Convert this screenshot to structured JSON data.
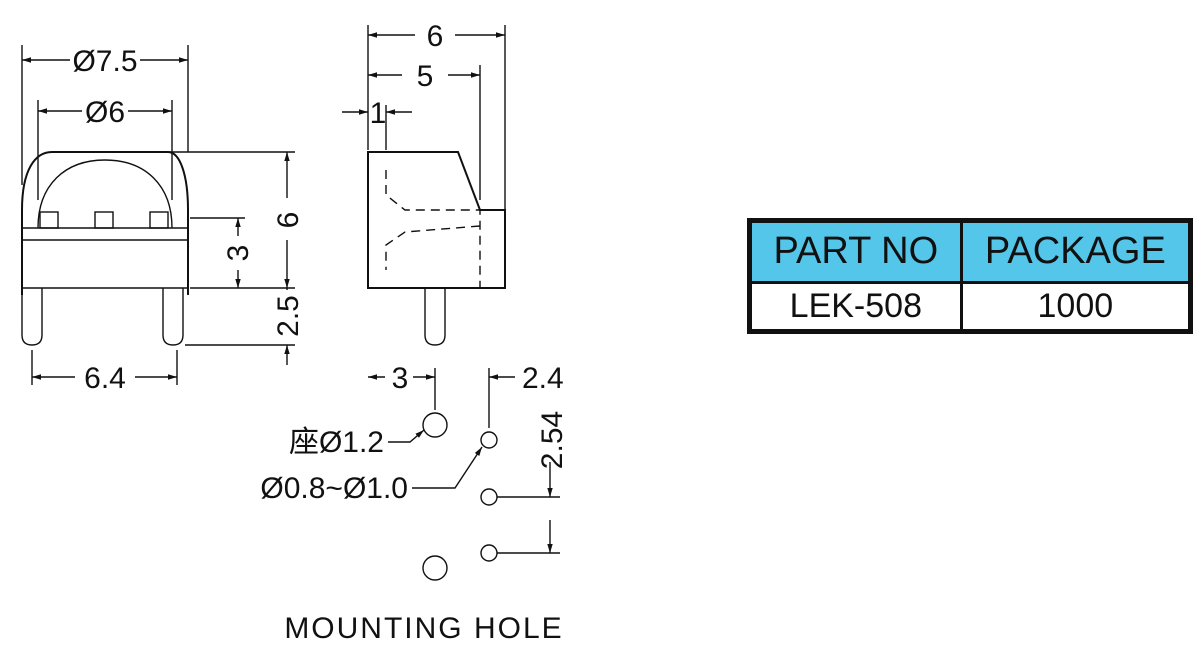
{
  "front_view": {
    "outer_diameter": "Ø7.5",
    "inner_diameter": "Ø6",
    "height": "6",
    "step_height": "3",
    "lead_length": "2.5",
    "lead_spacing": "6.4"
  },
  "side_view": {
    "total_depth": "6",
    "body_depth": "5",
    "offset": "1"
  },
  "mounting_hole": {
    "offset_a": "3",
    "offset_b": "2.4",
    "pitch": "2.54",
    "seat_diameter": "座Ø1.2",
    "hole_diameter": "Ø0.8~Ø1.0",
    "caption": "MOUNTING HOLE"
  },
  "table": {
    "headers": [
      "PART NO",
      "PACKAGE"
    ],
    "row": [
      "LEK-508",
      "1000"
    ],
    "header_color": "#54c6ea"
  }
}
